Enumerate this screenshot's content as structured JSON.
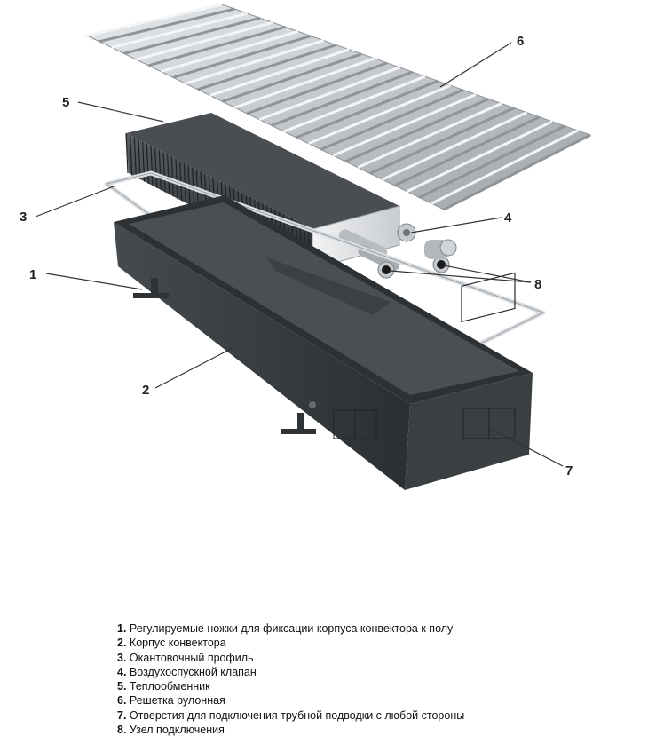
{
  "callouts": {
    "c1": "1",
    "c2": "2",
    "c3": "3",
    "c4": "4",
    "c5": "5",
    "c6": "6",
    "c7": "7",
    "c8": "8"
  },
  "legend": [
    {
      "num": "1.",
      "text": "Регулируемые ножки для фиксации корпуса конвектора к полу"
    },
    {
      "num": "2.",
      "text": "Корпус конвектора"
    },
    {
      "num": "3.",
      "text": "Окантовочный профиль"
    },
    {
      "num": "4.",
      "text": "Воздухоспускной клапан"
    },
    {
      "num": "5.",
      "text": "Теплообменник"
    },
    {
      "num": "6.",
      "text": "Решетка рулонная"
    },
    {
      "num": "7.",
      "text": "Отверстия для подключения трубной подводки с любой стороны"
    },
    {
      "num": "8.",
      "text": "Узел подключения"
    }
  ],
  "colors": {
    "housing_dark": "#2f3336",
    "housing_side": "#3d4245",
    "housing_inner": "#4a4f52",
    "grille": "#c8ccd0",
    "frame": "#dcdfe2",
    "fins": "#3a3d40",
    "valve": "#a9adb2",
    "leader": "#333333"
  }
}
